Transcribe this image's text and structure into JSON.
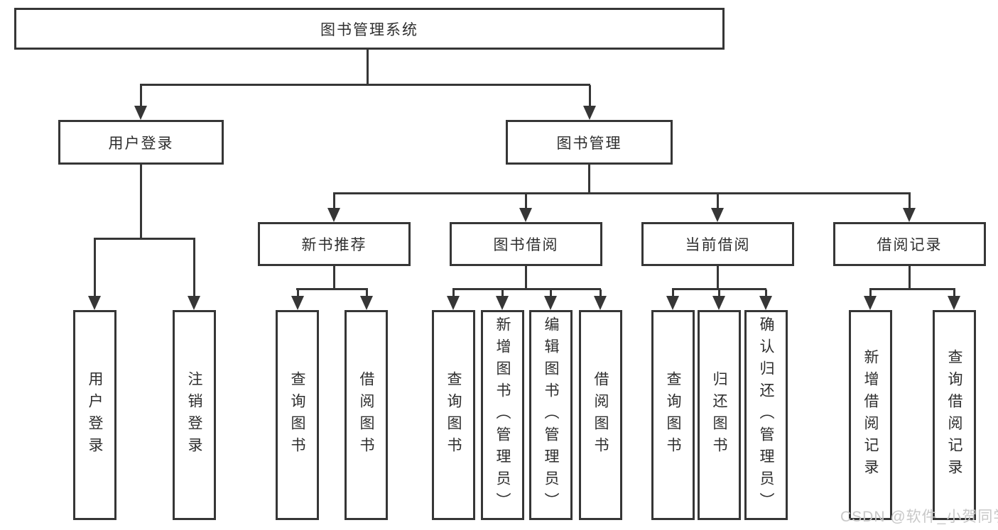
{
  "tree": {
    "root": {
      "label": "图书管理系统"
    },
    "children": [
      {
        "label": "用户登录",
        "children": [
          {
            "label": "用户登录"
          },
          {
            "label": "注销登录"
          }
        ]
      },
      {
        "label": "图书管理",
        "children": [
          {
            "label": "新书推荐",
            "children": [
              {
                "label": "查询图书"
              },
              {
                "label": "借阅图书"
              }
            ]
          },
          {
            "label": "图书借阅",
            "children": [
              {
                "label": "查询图书"
              },
              {
                "label": "新增图书（管理员）"
              },
              {
                "label": "编辑图书（管理员）"
              },
              {
                "label": "借阅图书"
              }
            ]
          },
          {
            "label": "当前借阅",
            "children": [
              {
                "label": "查询图书"
              },
              {
                "label": "归还图书"
              },
              {
                "label": "确认归还（管理员）"
              }
            ]
          },
          {
            "label": "借阅记录",
            "children": [
              {
                "label": "新增借阅记录"
              },
              {
                "label": "查询借阅记录"
              }
            ]
          }
        ]
      }
    ]
  },
  "watermark": {
    "text": "CSDN @软件_小贺同学"
  },
  "colors": {
    "line": "#363636",
    "text": "#2e2e2e",
    "watermark": "#c8c8c8",
    "background": "#ffffff"
  }
}
